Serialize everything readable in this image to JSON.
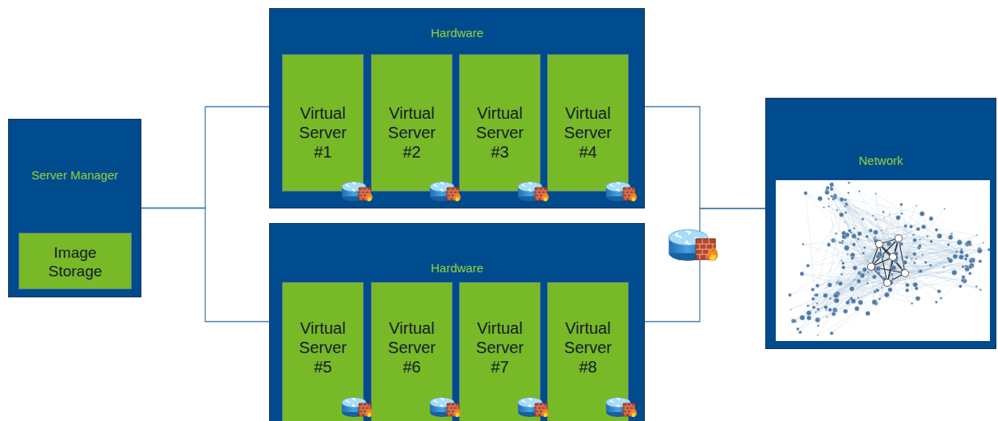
{
  "diagram": {
    "nodes": [
      {
        "text": [
          "Server Manager"
        ]
      },
      {
        "text": [
          "Image Storage"
        ],
        "in": 0
      },
      {
        "text": [
          "Hardware"
        ]
      },
      {
        "text": [
          "Virtual Server #1"
        ],
        "in": 2
      },
      {
        "text": [
          "Virtual Server #2"
        ],
        "in": 2
      },
      {
        "text": [
          "Virtual Server #3"
        ],
        "in": 2
      },
      {
        "text": [
          "Virtual Server #4"
        ],
        "in": 2
      },
      {
        "text": [
          "Hardware"
        ]
      },
      {
        "text": [
          "Virtual Server #5"
        ],
        "in": 7
      },
      {
        "text": [
          "Virtual Server #6"
        ],
        "in": 7
      },
      {
        "text": [
          "Virtual Server #7"
        ],
        "in": 7
      },
      {
        "text": [
          "Virtual Server #8"
        ],
        "in": 7
      },
      {
        "text": [
          "Network"
        ]
      }
    ],
    "edges": [
      {
        "from": 0,
        "to": 2,
        "arrow": "none"
      },
      {
        "from": 0,
        "to": 7,
        "arrow": "none"
      },
      {
        "from": 2,
        "to": 12,
        "arrow": "none"
      },
      {
        "from": 7,
        "to": 12,
        "arrow": "none"
      }
    ]
  }
}
